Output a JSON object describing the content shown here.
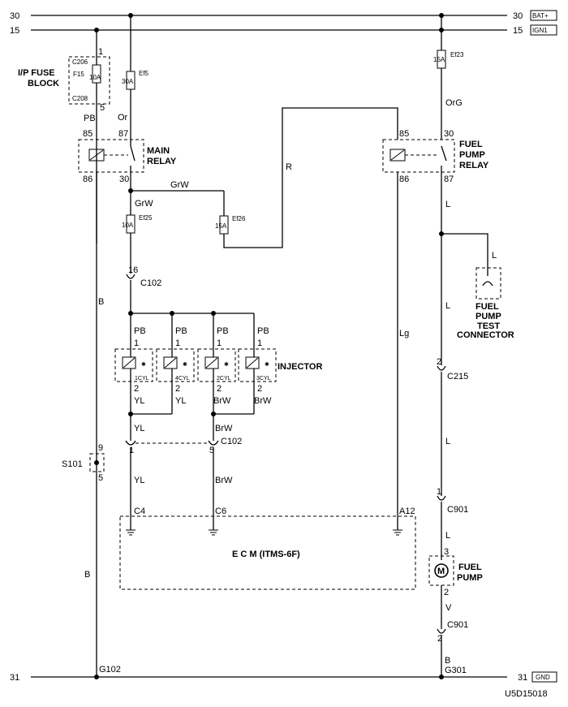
{
  "buses": {
    "bat_left": "30",
    "bat_right": "30",
    "bat_tag": "BAT+",
    "ign_left": "15",
    "ign_right": "15",
    "ign_tag": "IGN1",
    "gnd_left": "31",
    "gnd_right": "31",
    "gnd_tag": "GND"
  },
  "fuse_block": {
    "title_l1": "I/P FUSE",
    "title_l2": "BLOCK",
    "conn_top": "C206",
    "pin_top": "1",
    "fuse": "F15",
    "rating": "10A",
    "conn_bot": "C208",
    "pin_bot": "5",
    "wire": "PB"
  },
  "ef5": {
    "name": "Ef5",
    "rating": "30A",
    "wire": "Or"
  },
  "main_relay": {
    "title_l1": "MAIN",
    "title_l2": "RELAY",
    "pin85": "85",
    "pin87": "87",
    "pin86": "86",
    "pin30": "30"
  },
  "grw_top": "GrW",
  "grw_mid": "GrW",
  "ef25": {
    "name": "Ef25",
    "rating": "10A"
  },
  "ef26": {
    "name": "Ef26",
    "rating": "15A"
  },
  "wire_r": "R",
  "c102_top": {
    "pin": "16",
    "name": "C102"
  },
  "wire_b": "B",
  "injector": {
    "title": "INJECTOR",
    "units": [
      {
        "cyl": "1CYL",
        "in_wire": "PB",
        "pin_in": "1",
        "pin_out": "2",
        "out_wire": "YL"
      },
      {
        "cyl": "4CYL",
        "in_wire": "PB",
        "pin_in": "1",
        "pin_out": "2",
        "out_wire": "YL"
      },
      {
        "cyl": "2CYL",
        "in_wire": "PB",
        "pin_in": "1",
        "pin_out": "2",
        "out_wire": "BrW"
      },
      {
        "cyl": "3CYL",
        "in_wire": "PB",
        "pin_in": "1",
        "pin_out": "2",
        "out_wire": "BrW"
      }
    ]
  },
  "yl_join": "YL",
  "brw_join": "BrW",
  "c102_bot": {
    "pin_a": "1",
    "pin_b": "5",
    "name": "C102"
  },
  "yl_low": "YL",
  "brw_low": "BrW",
  "s101": {
    "name": "S101",
    "pin_top": "9",
    "pin_bot": "5"
  },
  "wire_lg": "Lg",
  "ecm": {
    "title": "E  C  M (ITMS-6F)",
    "pin_c4": "C4",
    "pin_c6": "C6",
    "pin_a12": "A12"
  },
  "wire_b_low": "B",
  "g102": "G102",
  "ef23": {
    "name": "Ef23",
    "rating": "15A",
    "wire": "OrG"
  },
  "fp_relay": {
    "title_l1": "FUEL",
    "title_l2": "PUMP",
    "title_l3": "RELAY",
    "pin85": "85",
    "pin30": "30",
    "pin86": "86",
    "pin87": "87"
  },
  "wire_l1": "L",
  "wire_l_branch": "L",
  "wire_l2": "L",
  "wire_l3": "L",
  "wire_l4": "L",
  "test_conn": {
    "l1": "FUEL",
    "l2": "PUMP",
    "l3": "TEST",
    "l4": "CONNECTOR"
  },
  "c215": {
    "pin": "2",
    "name": "C215"
  },
  "c901_top": {
    "pin": "1",
    "name": "C901"
  },
  "fuel_pump": {
    "title_l1": "FUEL",
    "title_l2": "PUMP",
    "pin_top": "3",
    "pin_bot": "2",
    "motor": "M"
  },
  "wire_v": "V",
  "c901_bot": {
    "pin": "2",
    "name": "C901"
  },
  "wire_b_right": "B",
  "g301": "G301",
  "code": "U5D15018"
}
